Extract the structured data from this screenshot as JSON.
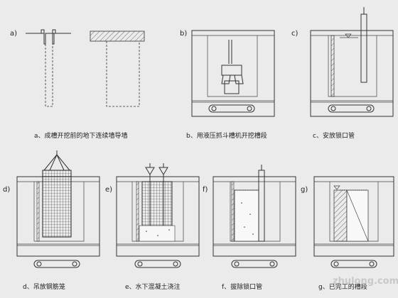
{
  "panels": [
    {
      "letter": "a)",
      "caption": "a、成槽开挖前的地下连续墙导墙"
    },
    {
      "letter": "b)",
      "caption": "b、用液压抓斗槽机开挖槽段"
    },
    {
      "letter": "c)",
      "caption": "c、安放锁口管"
    },
    {
      "letter": "d)",
      "caption": "d、吊放钢筋笼"
    },
    {
      "letter": "e)",
      "caption": "e、水下混凝土浇注"
    },
    {
      "letter": "f)",
      "caption": "f、拔除锁口管"
    },
    {
      "letter": "g)",
      "caption": "g、已完工的槽段"
    }
  ],
  "watermark": "zhulong.com"
}
